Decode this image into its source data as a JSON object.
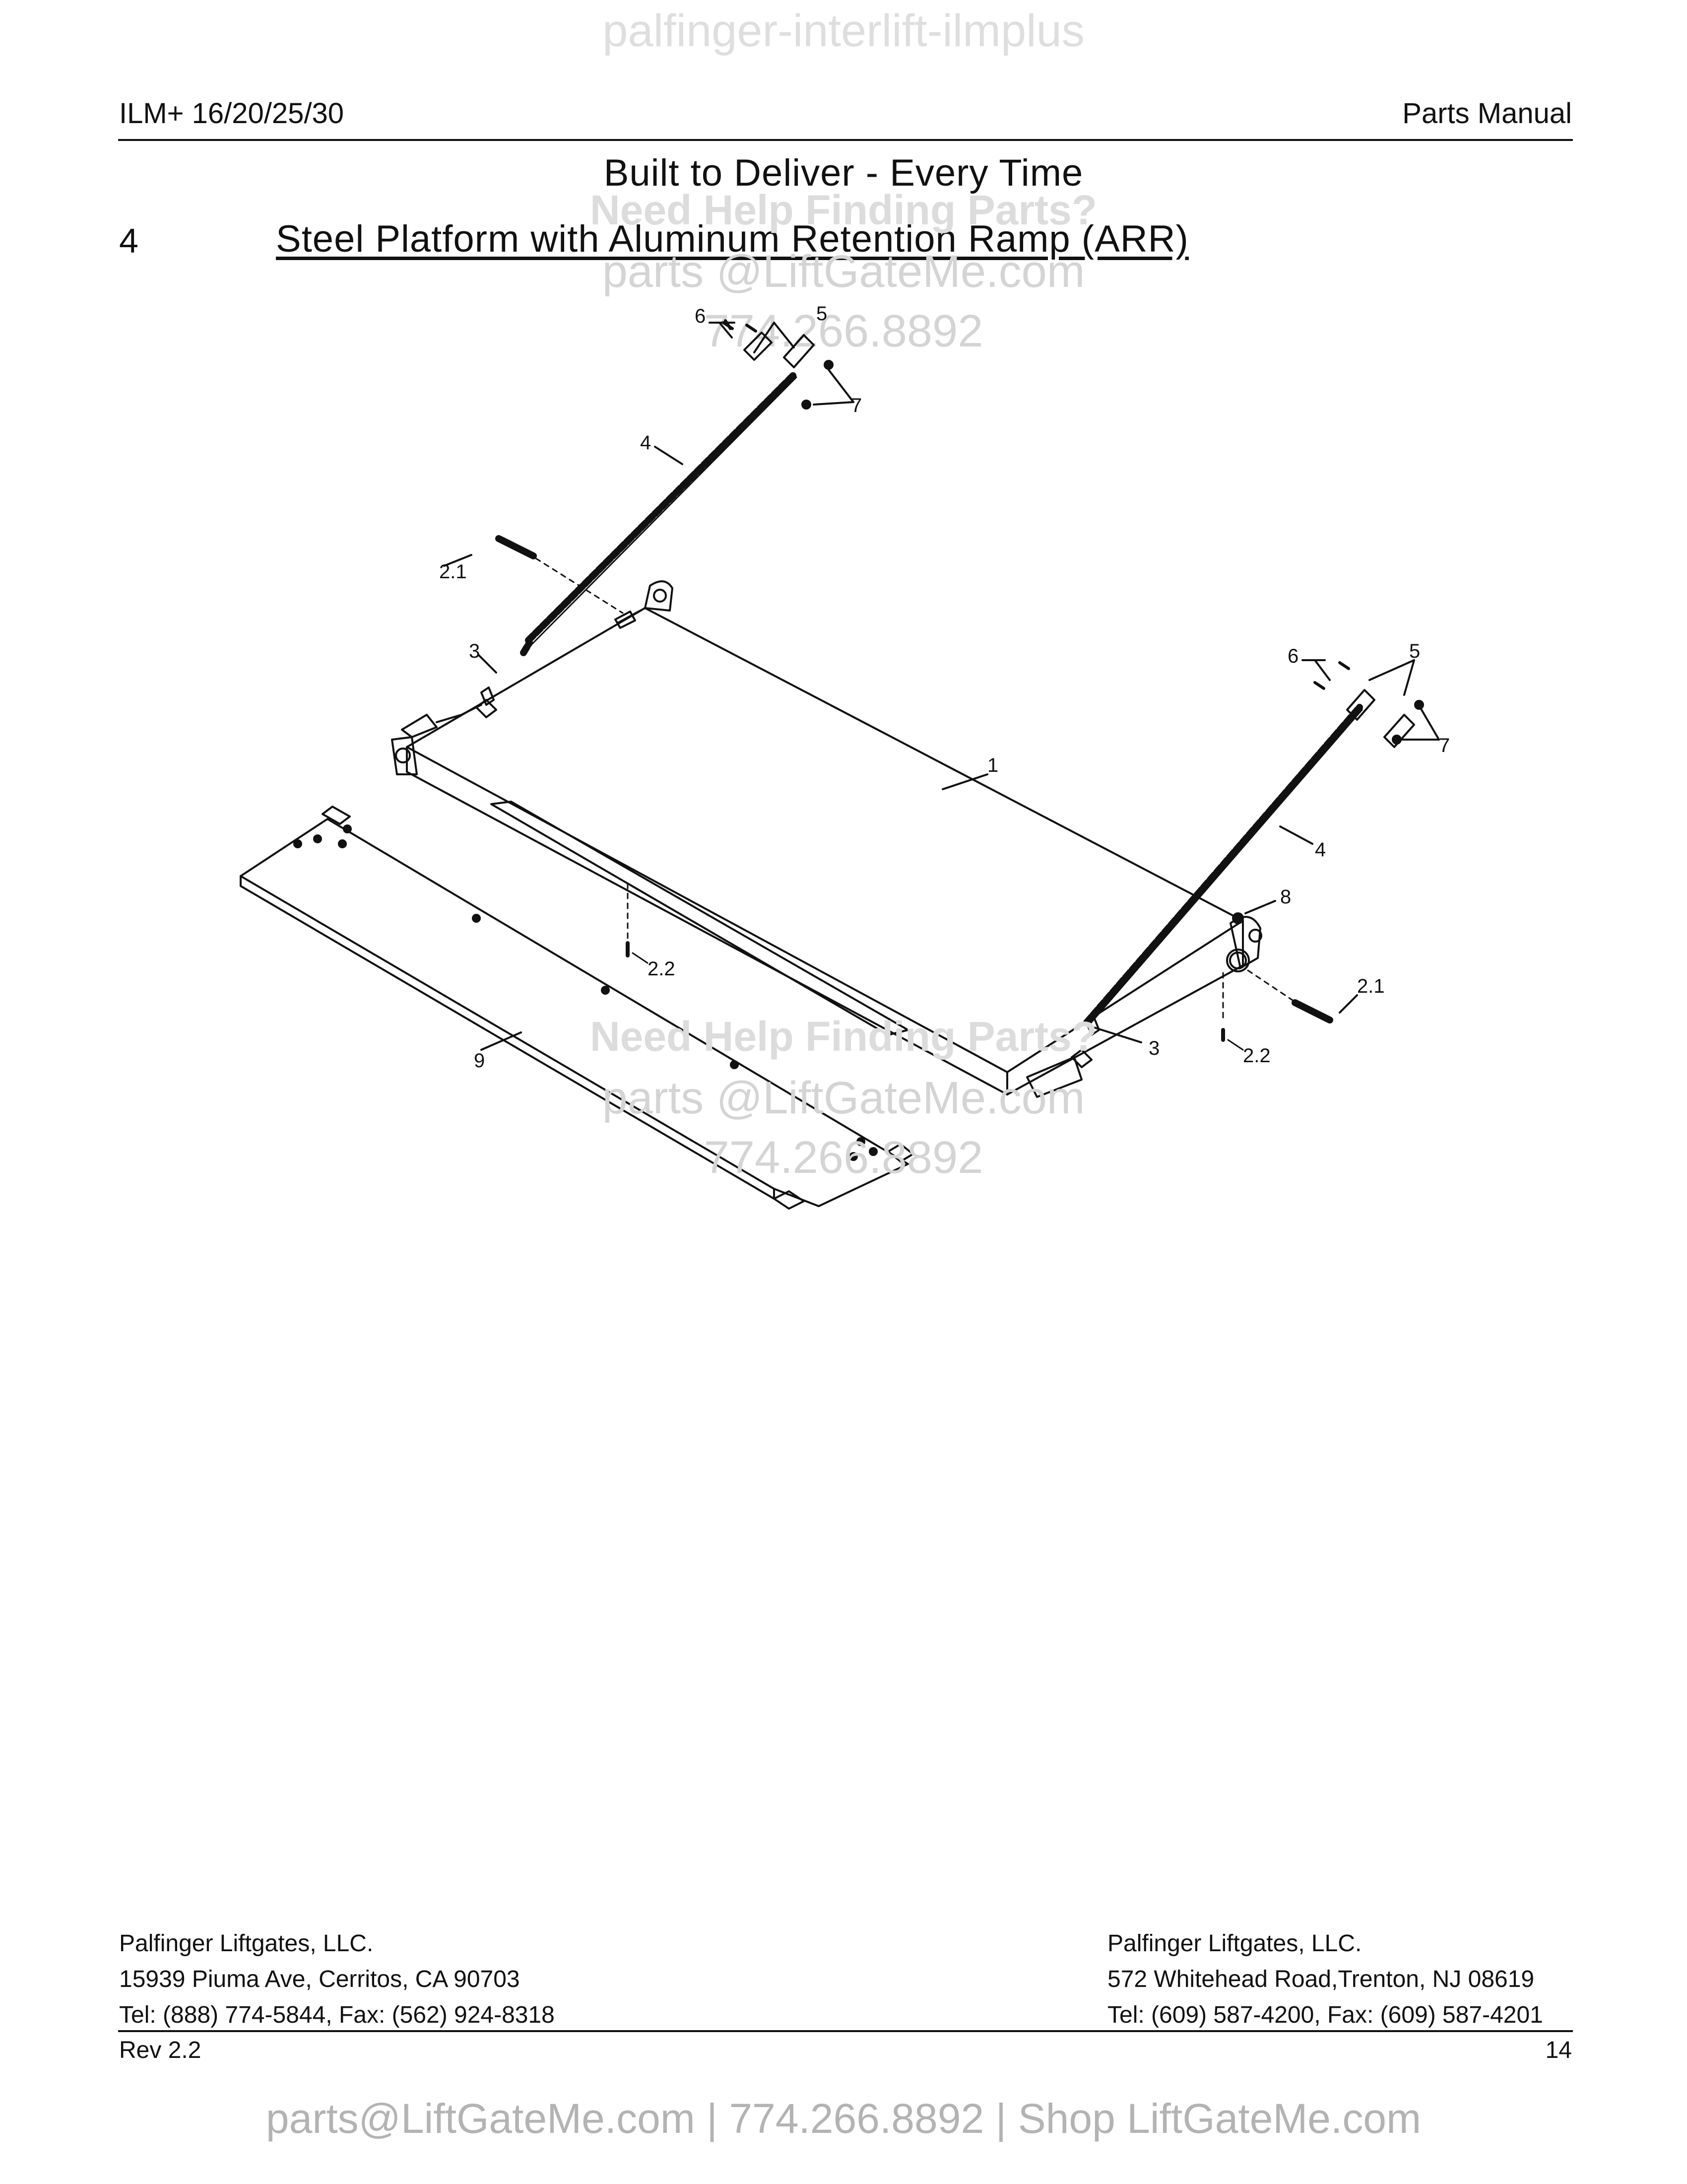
{
  "watermark_top": "palfinger-interlift-ilmplus",
  "header": {
    "left": "ILM+ 16/20/25/30",
    "right": "Parts Manual"
  },
  "tagline": "Built to Deliver - Every Time",
  "section": {
    "number": "4",
    "title": "Steel Platform with Aluminum Retention Ramp (ARR)"
  },
  "watermark_overlay": {
    "help": "Need Help Finding Parts?",
    "email": "parts @LiftGateMe.com",
    "phone": "774.266.8892"
  },
  "callouts": [
    "6",
    "5",
    "7",
    "4",
    "2.1",
    "3",
    "1",
    "6",
    "5",
    "7",
    "4",
    "8",
    "2.1",
    "2.2",
    "3",
    "2.2",
    "9"
  ],
  "footer": {
    "left": [
      "Palfinger Liftgates, LLC.",
      "15939 Piuma Ave, Cerritos, CA 90703",
      "Tel: (888) 774-5844, Fax: (562) 924-8318"
    ],
    "right": [
      "Palfinger Liftgates, LLC.",
      "572 Whitehead Road,Trenton, NJ 08619",
      "Tel: (609) 587-4200, Fax: (609) 587-4201"
    ],
    "rev": "Rev 2.2",
    "page": "14"
  },
  "bottom_links": "parts@LiftGateMe.com | 774.266.8892 | Shop LiftGateMe.com"
}
